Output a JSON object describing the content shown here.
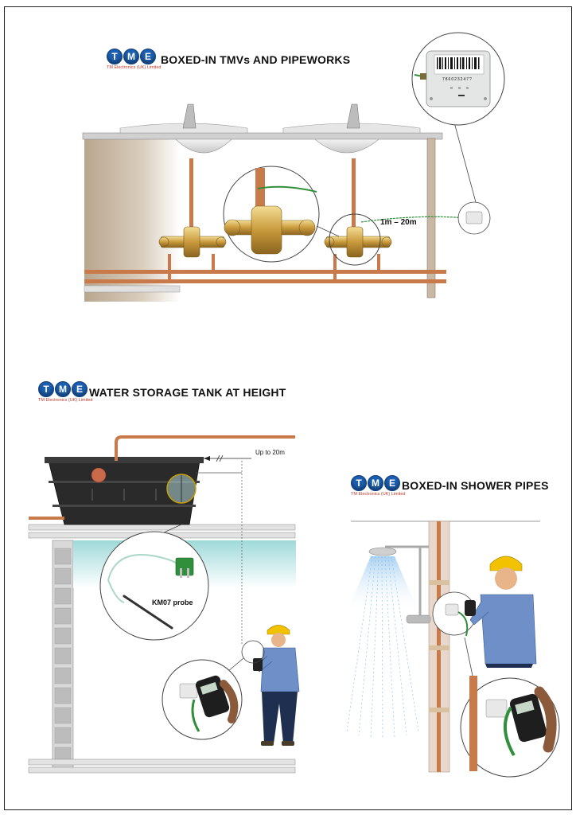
{
  "brand": {
    "letters": [
      "T",
      "M",
      "E"
    ],
    "tagline": "TM Electronics (UK) Limited",
    "color": "#1d5fb0"
  },
  "sections": [
    {
      "title": "BOXED-IN TMVs AND PIPEWORKS",
      "distance_label": "1m – 20m"
    },
    {
      "title": "WATER STORAGE TANK AT HEIGHT",
      "distance_label": "Up to 20m",
      "probe_label": "KM07 probe"
    },
    {
      "title": "BOXED-IN SHOWER PIPES"
    }
  ],
  "device": {
    "barcode_text": "786023247?"
  },
  "colors": {
    "copper": "#c97a4a",
    "brass": "#d8b25a",
    "probe_green": "#2f8f3a",
    "hard_hat": "#f2c200",
    "tank": "#2a2a2a",
    "water": "#bfe6e6"
  }
}
